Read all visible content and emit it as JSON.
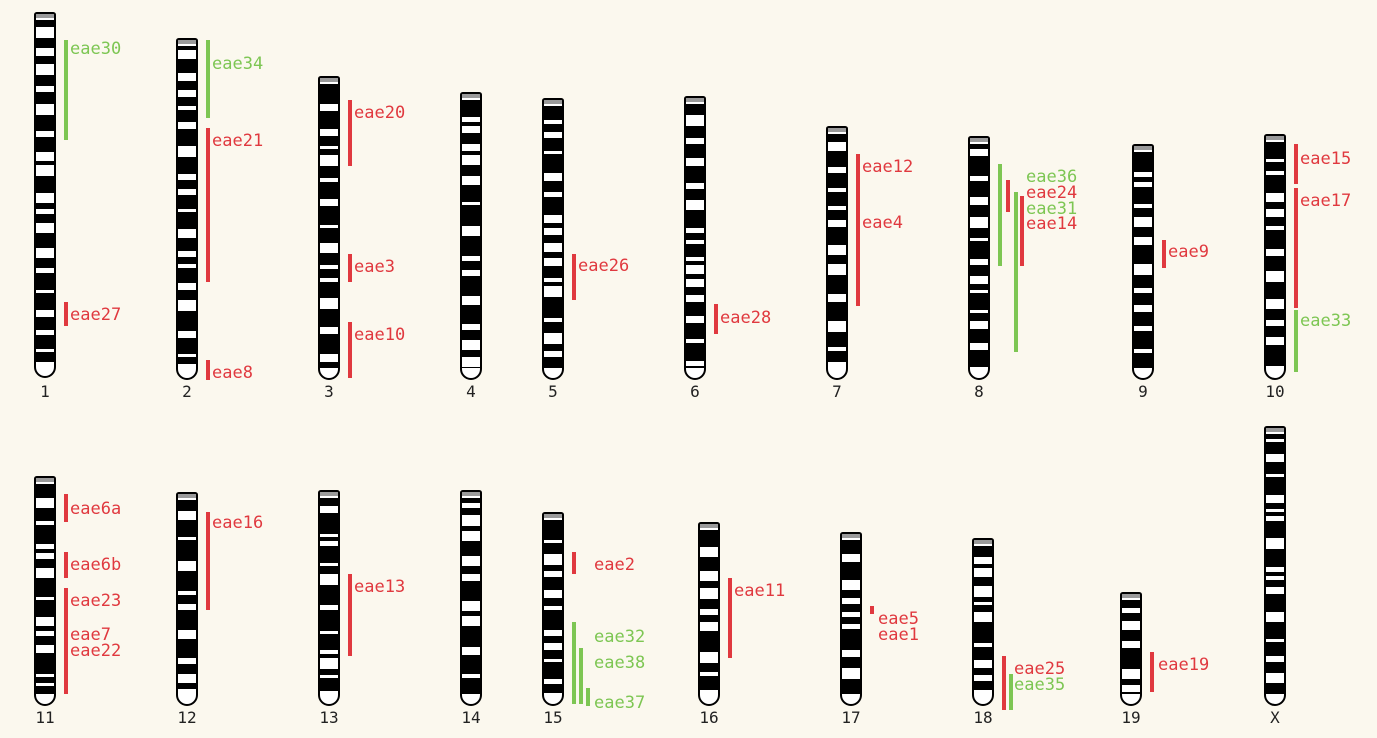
{
  "colors": {
    "red": "#e0393f",
    "green": "#7dc653"
  },
  "chromosomes": [
    {
      "num": "1",
      "label": "1"
    },
    {
      "num": "2",
      "label": "2"
    },
    {
      "num": "3",
      "label": "3"
    },
    {
      "num": "4",
      "label": "4"
    },
    {
      "num": "5",
      "label": "5"
    },
    {
      "num": "6",
      "label": "6"
    },
    {
      "num": "7",
      "label": "7"
    },
    {
      "num": "8",
      "label": "8"
    },
    {
      "num": "9",
      "label": "9"
    },
    {
      "num": "10",
      "label": "10"
    },
    {
      "num": "11",
      "label": "11"
    },
    {
      "num": "12",
      "label": "12"
    },
    {
      "num": "13",
      "label": "13"
    },
    {
      "num": "14",
      "label": "14"
    },
    {
      "num": "15",
      "label": "15"
    },
    {
      "num": "16",
      "label": "16"
    },
    {
      "num": "17",
      "label": "17"
    },
    {
      "num": "18",
      "label": "18"
    },
    {
      "num": "19",
      "label": "19"
    },
    {
      "num": "X",
      "label": "X"
    }
  ],
  "loci": [
    {
      "name": "eae30",
      "chrom": "1",
      "color": "green"
    },
    {
      "name": "eae27",
      "chrom": "1",
      "color": "red"
    },
    {
      "name": "eae34",
      "chrom": "2",
      "color": "green"
    },
    {
      "name": "eae21",
      "chrom": "2",
      "color": "red"
    },
    {
      "name": "eae8",
      "chrom": "2",
      "color": "red"
    },
    {
      "name": "eae20",
      "chrom": "3",
      "color": "red"
    },
    {
      "name": "eae3",
      "chrom": "3",
      "color": "red"
    },
    {
      "name": "eae10",
      "chrom": "3",
      "color": "red"
    },
    {
      "name": "eae26",
      "chrom": "5",
      "color": "red"
    },
    {
      "name": "eae28",
      "chrom": "6",
      "color": "red"
    },
    {
      "name": "eae12",
      "chrom": "7",
      "color": "red"
    },
    {
      "name": "eae4",
      "chrom": "7",
      "color": "red"
    },
    {
      "name": "eae36",
      "chrom": "8",
      "color": "green"
    },
    {
      "name": "eae24",
      "chrom": "8",
      "color": "red"
    },
    {
      "name": "eae31",
      "chrom": "8",
      "color": "green"
    },
    {
      "name": "eae14",
      "chrom": "8",
      "color": "red"
    },
    {
      "name": "eae9",
      "chrom": "9",
      "color": "red"
    },
    {
      "name": "eae15",
      "chrom": "10",
      "color": "red"
    },
    {
      "name": "eae17",
      "chrom": "10",
      "color": "red"
    },
    {
      "name": "eae33",
      "chrom": "10",
      "color": "green"
    },
    {
      "name": "eae6a",
      "chrom": "11",
      "color": "red"
    },
    {
      "name": "eae6b",
      "chrom": "11",
      "color": "red"
    },
    {
      "name": "eae23",
      "chrom": "11",
      "color": "red"
    },
    {
      "name": "eae7",
      "chrom": "11",
      "color": "red"
    },
    {
      "name": "eae22",
      "chrom": "11",
      "color": "red"
    },
    {
      "name": "eae16",
      "chrom": "12",
      "color": "red"
    },
    {
      "name": "eae13",
      "chrom": "13",
      "color": "red"
    },
    {
      "name": "eae2",
      "chrom": "15",
      "color": "red"
    },
    {
      "name": "eae32",
      "chrom": "15",
      "color": "green"
    },
    {
      "name": "eae38",
      "chrom": "15",
      "color": "green"
    },
    {
      "name": "eae37",
      "chrom": "15",
      "color": "green"
    },
    {
      "name": "eae11",
      "chrom": "16",
      "color": "red"
    },
    {
      "name": "eae5",
      "chrom": "17",
      "color": "red"
    },
    {
      "name": "eae1",
      "chrom": "17",
      "color": "red"
    },
    {
      "name": "eae25",
      "chrom": "18",
      "color": "red"
    },
    {
      "name": "eae35",
      "chrom": "18",
      "color": "green"
    },
    {
      "name": "eae19",
      "chrom": "19",
      "color": "red"
    }
  ]
}
